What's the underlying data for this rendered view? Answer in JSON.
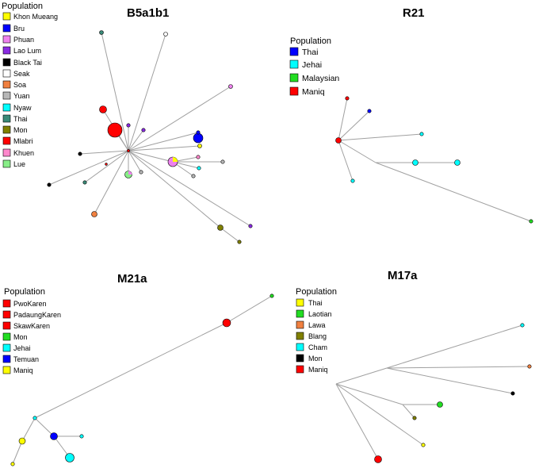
{
  "panels": {
    "b5a1b1": {
      "title": "B5a1b1",
      "legend_title": "Population",
      "legend": [
        {
          "label": "Khon Mueang",
          "color": "#ffff00"
        },
        {
          "label": "Bru",
          "color": "#0000ff"
        },
        {
          "label": "Phuan",
          "color": "#ee82ee"
        },
        {
          "label": "Lao Lum",
          "color": "#8a2be2"
        },
        {
          "label": "Black Tai",
          "color": "#000000"
        },
        {
          "label": "Seak",
          "color": "#ffffff"
        },
        {
          "label": "Soa",
          "color": "#f08040"
        },
        {
          "label": "Yuan",
          "color": "#b8b8b8"
        },
        {
          "label": "Nyaw",
          "color": "#00ffff"
        },
        {
          "label": "Thai",
          "color": "#3a8a78"
        },
        {
          "label": "Mon",
          "color": "#808000"
        },
        {
          "label": "Mlabri",
          "color": "#ff0000"
        },
        {
          "label": "Khuen",
          "color": "#ff88cc"
        },
        {
          "label": "Lue",
          "color": "#88ee88"
        }
      ]
    },
    "r21": {
      "title": "R21",
      "legend_title": "Population",
      "legend": [
        {
          "label": "Thai",
          "color": "#0000ff"
        },
        {
          "label": "Jehai",
          "color": "#00ffff"
        },
        {
          "label": "Malaysian",
          "color": "#22dd22"
        },
        {
          "label": "Maniq",
          "color": "#ff0000"
        }
      ]
    },
    "m21a": {
      "title": "M21a",
      "legend_title": "Population",
      "legend": [
        {
          "label": "PwoKaren",
          "color": "#ff0000"
        },
        {
          "label": "PadaungKaren",
          "color": "#ff0000"
        },
        {
          "label": "SkawKaren",
          "color": "#ff0000"
        },
        {
          "label": "Mon",
          "color": "#22dd22"
        },
        {
          "label": "Jehai",
          "color": "#00ffff"
        },
        {
          "label": "Temuan",
          "color": "#0000ff"
        },
        {
          "label": "Maniq",
          "color": "#ffff00"
        }
      ]
    },
    "m17a": {
      "title": "M17a",
      "legend_title": "Population",
      "legend": [
        {
          "label": "Thai",
          "color": "#ffff00"
        },
        {
          "label": "Laotian",
          "color": "#22dd22"
        },
        {
          "label": "Lawa",
          "color": "#f08040"
        },
        {
          "label": "Blang",
          "color": "#808000"
        },
        {
          "label": "Cham",
          "color": "#00ffff"
        },
        {
          "label": "Mon",
          "color": "#000000"
        },
        {
          "label": "Maniq",
          "color": "#ff0000"
        }
      ]
    }
  }
}
